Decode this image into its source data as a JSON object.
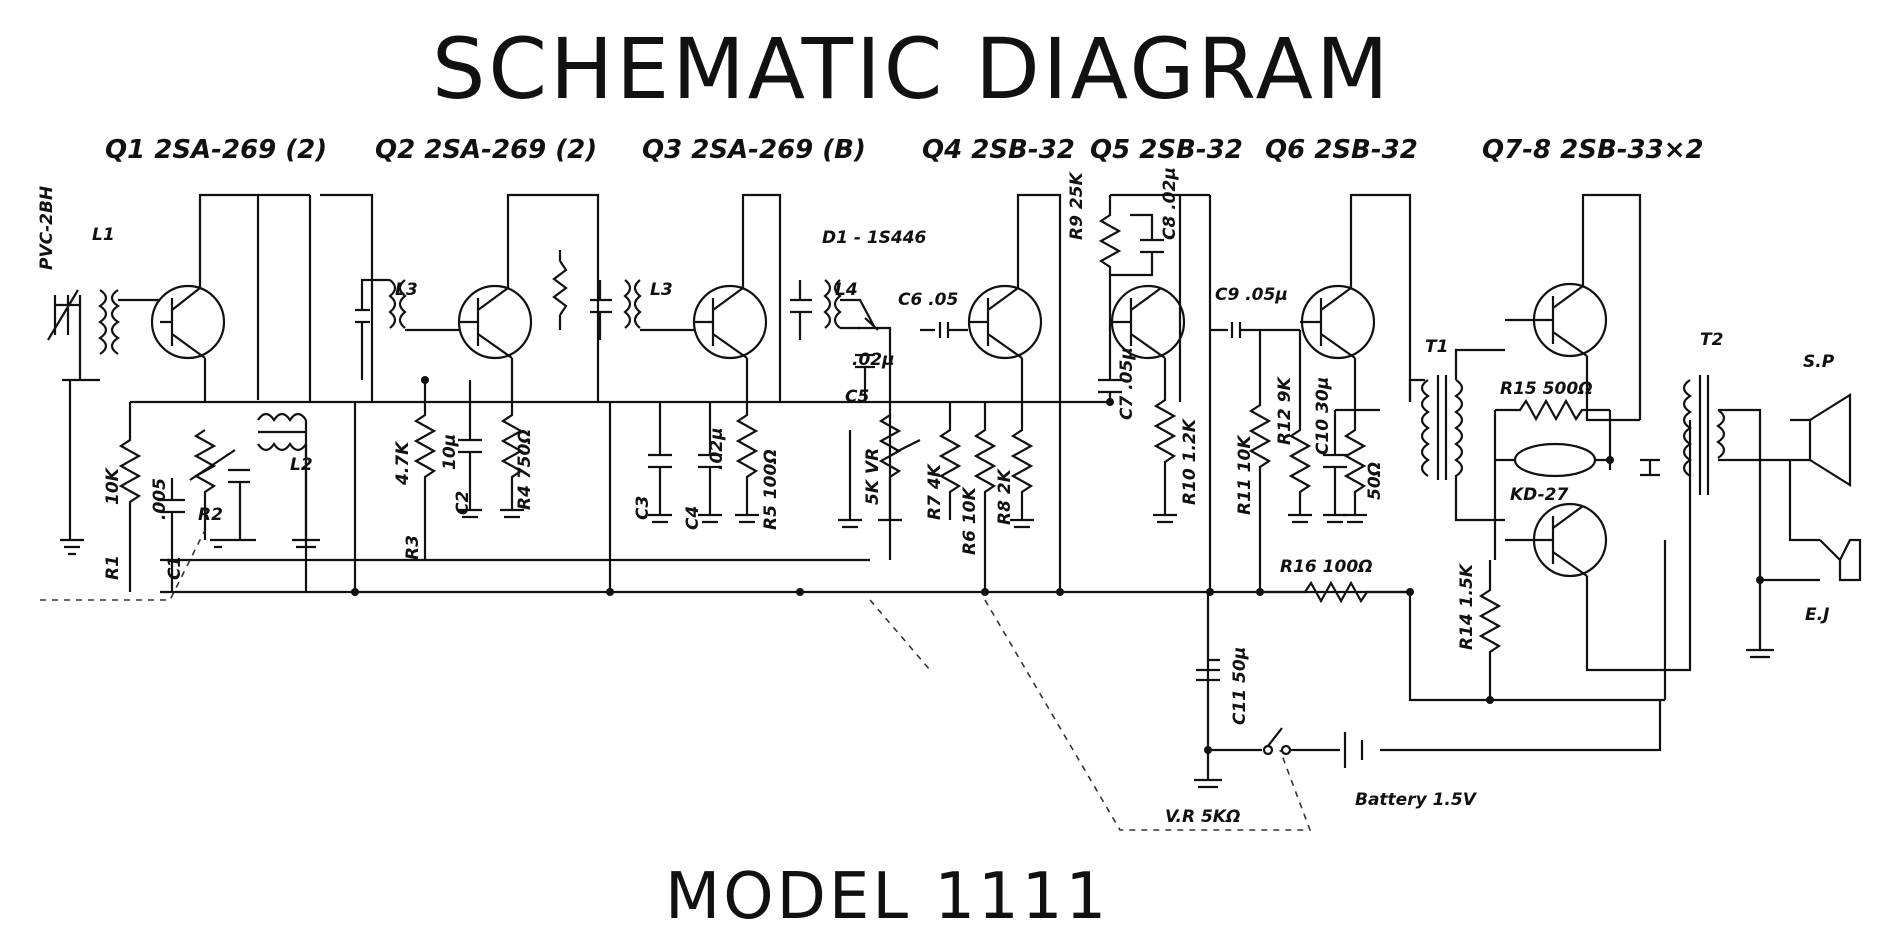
{
  "title": "SCHEMATIC DIAGRAM",
  "model": "MODEL 1111",
  "transistors": [
    {
      "label": "Q1 2SA-269 (2)"
    },
    {
      "label": "Q2 2SA-269 (2)"
    },
    {
      "label": "Q3 2SA-269 (B)"
    },
    {
      "label": "Q4 2SB-32"
    },
    {
      "label": "Q5 2SB-32"
    },
    {
      "label": "Q6 2SB-32"
    },
    {
      "label": "Q7-8 2SB-33×2"
    }
  ],
  "components": {
    "l1": "L1",
    "l2": "L2",
    "l3a": "L3",
    "l3b": "L3",
    "l4": "L4",
    "pvc": "PVC-2BH",
    "d1": "D1 - 1S446",
    "r9": "R9 25K",
    "c8": "C8 .02μ",
    "c6": "C6 .05",
    "c9": "C9 .05μ",
    "c7": "C7 .05μ",
    "c5": "C5",
    "c5val": ".02μ",
    "r1": "10K",
    "r1n": "R1",
    "c1n": "C1",
    "c1v": ".005",
    "r2": "R2",
    "r3": "4.7K",
    "r3n": "R3",
    "c2": "C2",
    "c2v": "10μ",
    "r4": "R4 750Ω",
    "c3": "C3",
    "c4": "C4",
    "c4v": ".02μ",
    "r5": "R5 100Ω",
    "vr": "5K VR",
    "r7": "R7 4K",
    "r6": "R6 10K",
    "r8": "R8 2K",
    "r10": "R10 1.2K",
    "r11": "R11 10K",
    "r12": "R12 9K",
    "c10": "C10 30μ",
    "r13": "50Ω",
    "t1": "T1",
    "t2": "T2",
    "r15": "R15 500Ω",
    "kd27": "KD-27",
    "r14": "R14 1.5K",
    "r16": "R16 100Ω",
    "sp": "S.P",
    "ej": "E.J",
    "c11": "C11 50μ",
    "vr5k": "V.R 5KΩ",
    "battery": "Battery 1.5V"
  }
}
